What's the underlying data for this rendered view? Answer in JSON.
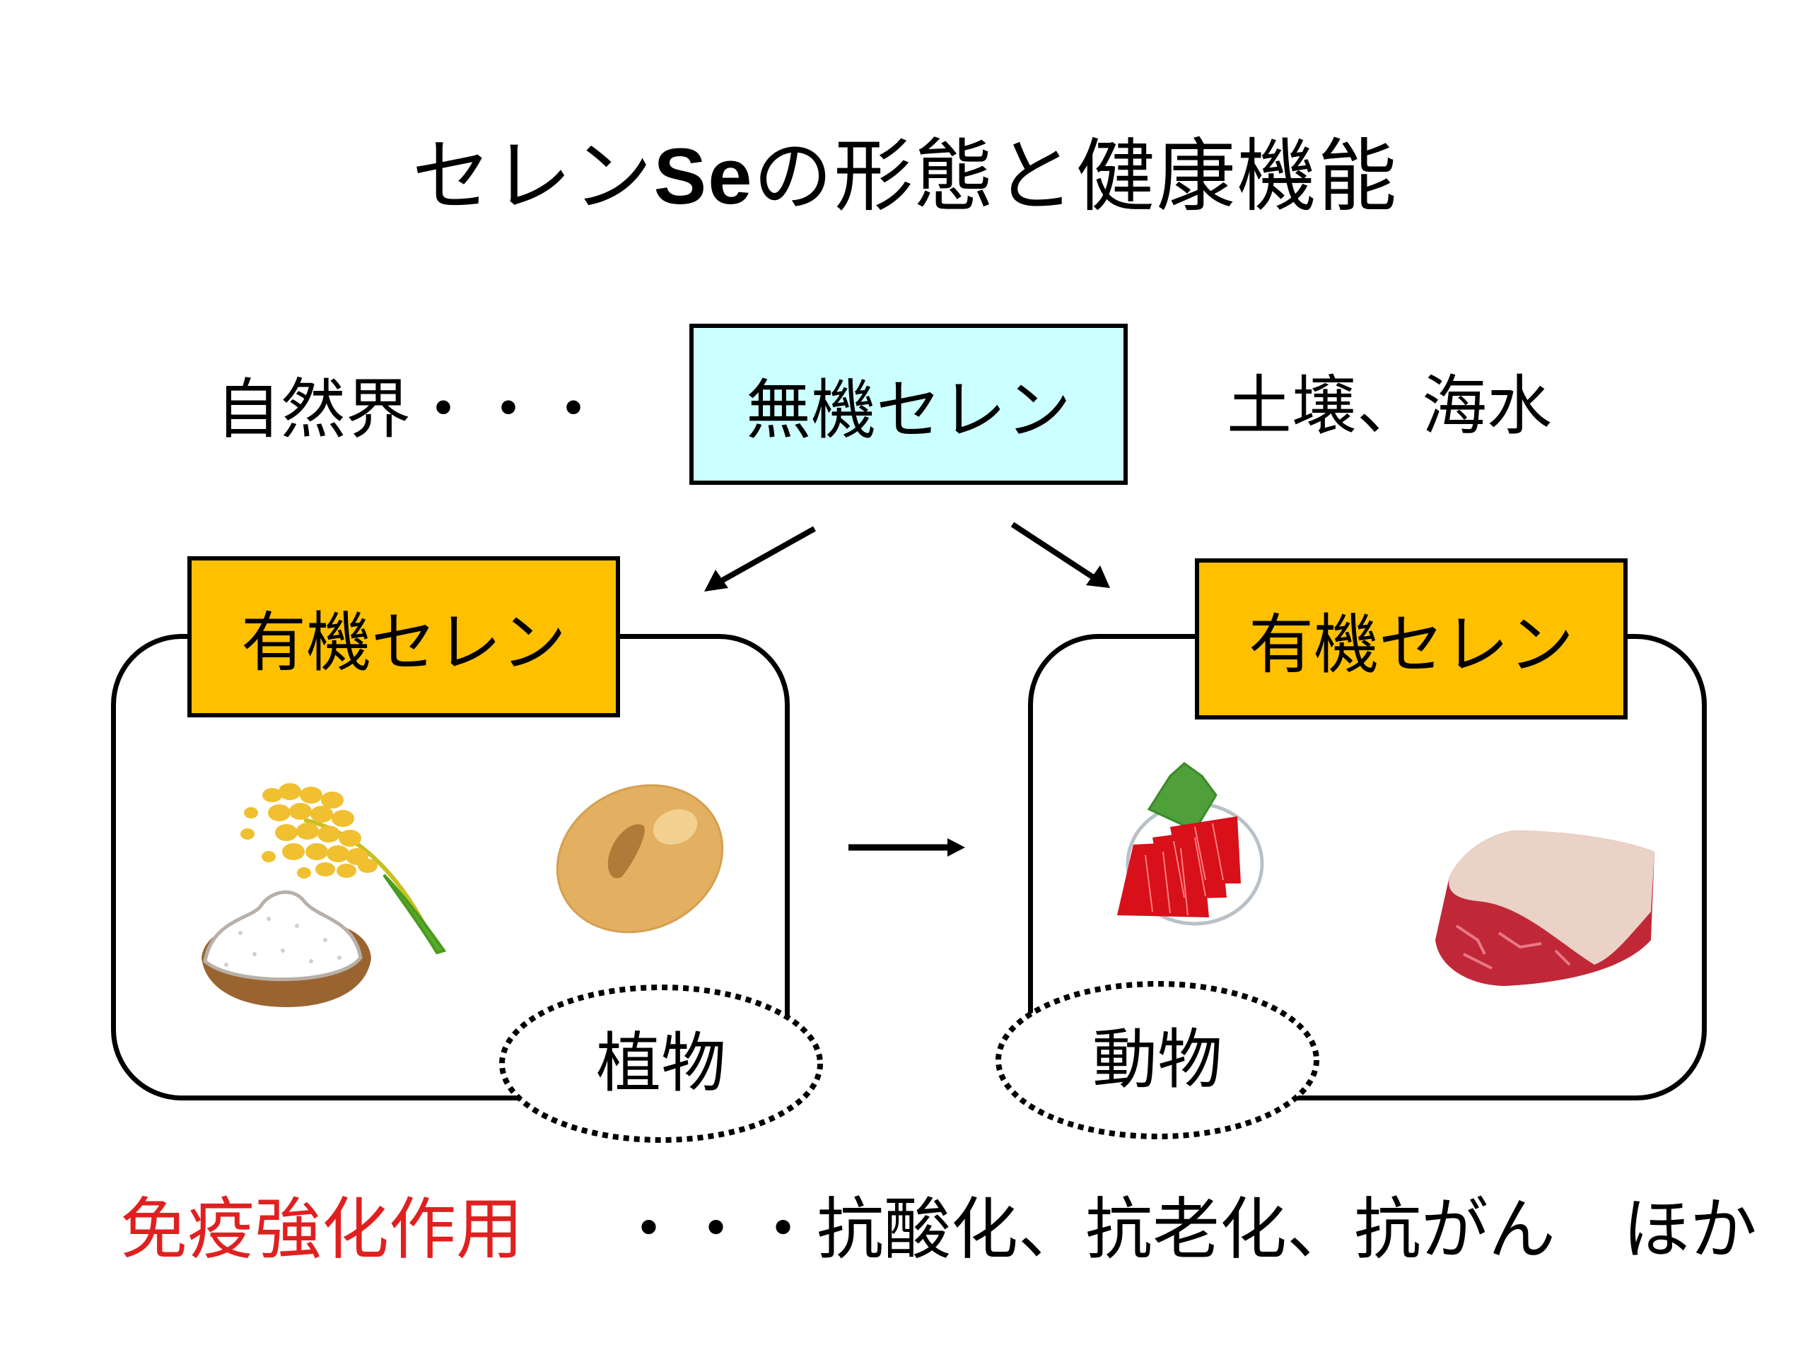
{
  "title": {
    "part1": "セレン",
    "part2": "Se",
    "part3": "の形態と健康機能"
  },
  "nature": {
    "left_label": "自然界・・・",
    "right_label": "土壌、海水"
  },
  "inorganic_box": {
    "label": "無機セレン",
    "fill": "#CCFFFF"
  },
  "organic_left": {
    "label": "有機セレン",
    "fill": "#FFC000",
    "category": "植物",
    "items": [
      "rice-icon",
      "soybean-icon"
    ]
  },
  "organic_right": {
    "label": "有機セレン",
    "fill": "#FFC000",
    "category": "動物",
    "items": [
      "sashimi-icon",
      "meat-icon"
    ]
  },
  "bottom": {
    "highlight": "免疫強化作用",
    "highlight_color": "#E02020",
    "rest": "・・・抗酸化、抗老化、抗がん　ほか"
  }
}
